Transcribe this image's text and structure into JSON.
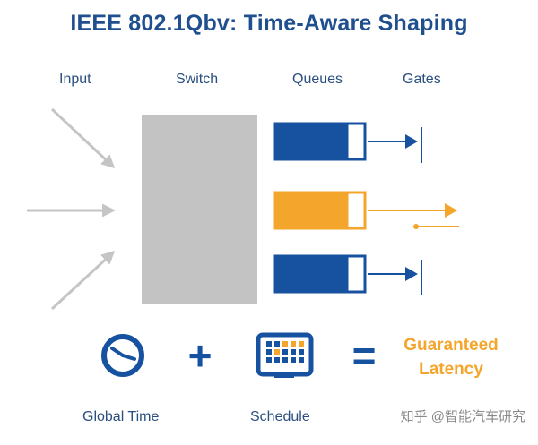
{
  "title": "IEEE 802.1Qbv: Time-Aware Shaping",
  "columns": {
    "input": "Input",
    "switch": "Switch",
    "queues": "Queues",
    "gates": "Gates"
  },
  "equation": {
    "operand1": "Global Time",
    "operand2": "Schedule",
    "result_line1": "Guaranteed",
    "result_line2": "Latency",
    "plus": "+",
    "equals": "="
  },
  "queues": [
    {
      "color": "#1752a1",
      "gate": "closed"
    },
    {
      "color": "#f4a52b",
      "gate": "open"
    },
    {
      "color": "#1752a1",
      "gate": "closed"
    }
  ],
  "colors": {
    "blue": "#1752a1",
    "orange": "#f4a52b",
    "switch_gray": "#c3c3c3",
    "arrow_gray": "#c5c5c5"
  },
  "watermark": "知乎 @智能汽车研究"
}
